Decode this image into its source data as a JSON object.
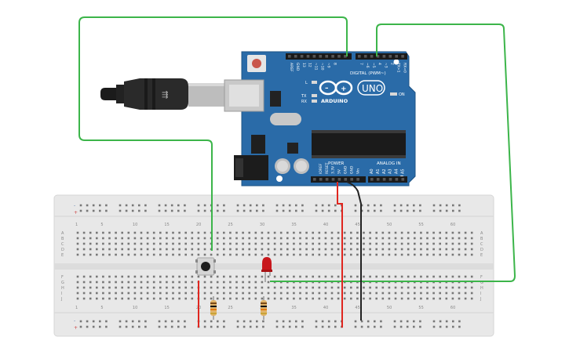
{
  "arduino": {
    "brand": "ARDUINO",
    "model": "UNO",
    "digital_label": "DIGITAL (PWM~)",
    "analog_label": "ANALOG IN",
    "power_label": "POWER",
    "on_label": "ON",
    "l_label": "L",
    "tx_label": "TX",
    "rx_label": "RX",
    "digital_pins": [
      "AREF",
      "GND",
      "13",
      "12",
      "~11",
      "~10",
      "~9",
      "8",
      "7",
      "~6",
      "~5",
      "4",
      "~3",
      "2",
      "TX>1",
      "RX<0"
    ],
    "power_pins": [
      "IOREF",
      "RESET",
      "3.3V",
      "5V",
      "GND",
      "GND",
      "Vin"
    ],
    "analog_pins": [
      "A0",
      "A1",
      "A2",
      "A3",
      "A4",
      "A5"
    ]
  },
  "breadboard": {
    "column_numbers": [
      "1",
      "5",
      "10",
      "15",
      "20",
      "25",
      "30",
      "35",
      "40",
      "45",
      "50",
      "55",
      "60"
    ],
    "row_letters_top": [
      "A",
      "B",
      "C",
      "D",
      "E"
    ],
    "row_letters_bottom": [
      "F",
      "G",
      "H",
      "I",
      "J"
    ],
    "rail_minus": "-",
    "rail_plus": "+"
  },
  "colors": {
    "board": "#2a6ba8",
    "board_dark": "#1f5486",
    "wire_green": "#3cb54a",
    "wire_red": "#e0261f",
    "wire_black": "#222222",
    "breadboard": "#e6e6e6",
    "led": "#c8171c"
  },
  "components": {
    "usb_cable": "usb-cable",
    "pushbutton": "pushbutton",
    "led": "red-led",
    "resistor_1": "resistor",
    "resistor_2": "resistor"
  }
}
